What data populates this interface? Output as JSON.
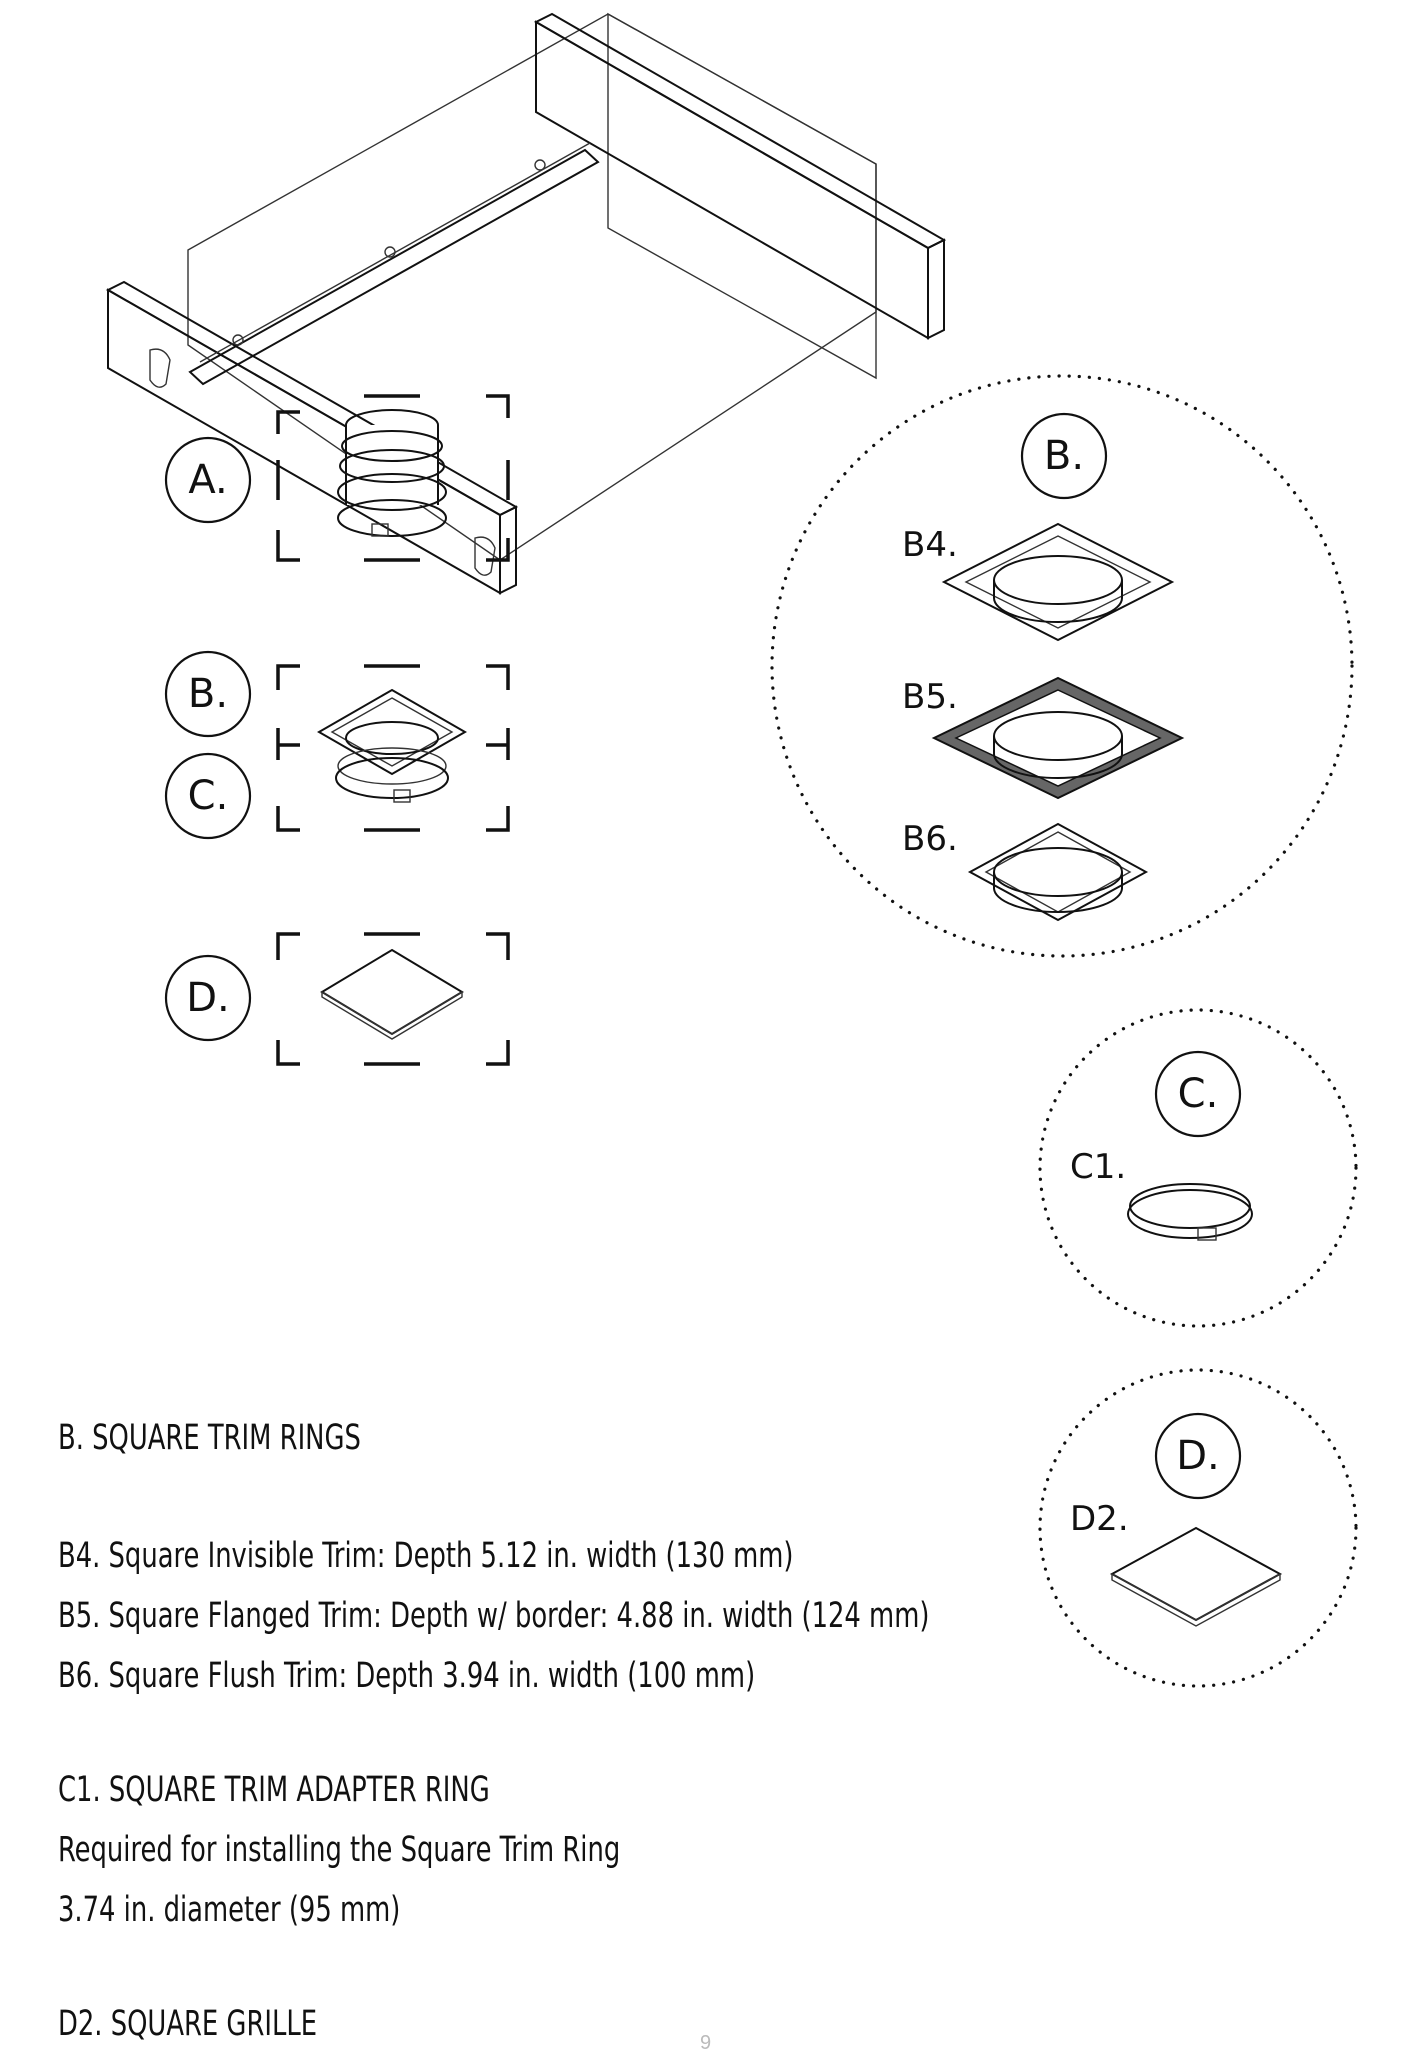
{
  "callouts": {
    "left_a": "A.",
    "left_b": "B.",
    "left_c": "C.",
    "left_d": "D.",
    "right_b": "B.",
    "right_c": "C.",
    "right_d": "D."
  },
  "sub_labels": {
    "b4": "B4.",
    "b5": "B5.",
    "b6": "B6.",
    "c1": "C1.",
    "d2": "D2."
  },
  "descriptions": {
    "b_heading": "B. SQUARE TRIM RINGS",
    "b4": "B4. Square Invisible Trim: Depth 5.12 in. width (130 mm)",
    "b5": "B5. Square Flanged Trim: Depth w/ border: 4.88 in. width (124 mm)",
    "b6": "B6. Square Flush Trim: Depth 3.94 in. width (100 mm)",
    "c1_heading": "C1. SQUARE TRIM ADAPTER RING",
    "c1_line1": "Required for installing the Square Trim Ring",
    "c1_line2": "3.74 in. diameter (95 mm)",
    "d2_heading": "D2. SQUARE GRILLE"
  },
  "page_number": "9"
}
